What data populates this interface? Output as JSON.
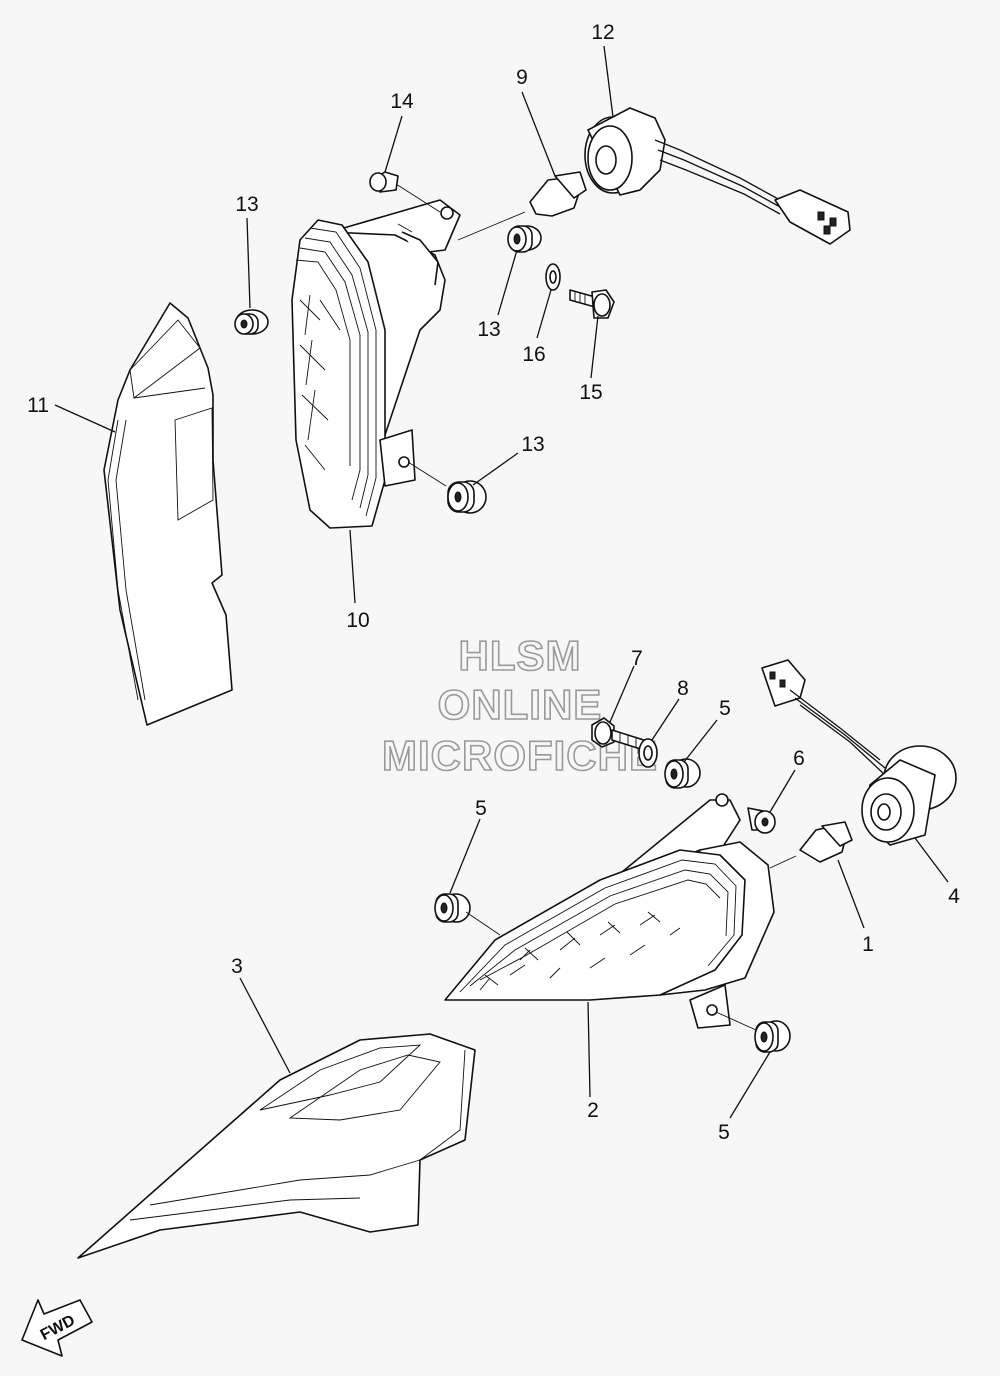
{
  "watermark": {
    "line1": "HLSM",
    "line2": "ONLINE",
    "line3": "MICROFICHE"
  },
  "callouts": [
    "12",
    "9",
    "14",
    "13",
    "13",
    "16",
    "15",
    "11",
    "13",
    "10",
    "7",
    "8",
    "5",
    "6",
    "4",
    "5",
    "1",
    "3",
    "2",
    "5"
  ],
  "fwd_label": "FWD"
}
